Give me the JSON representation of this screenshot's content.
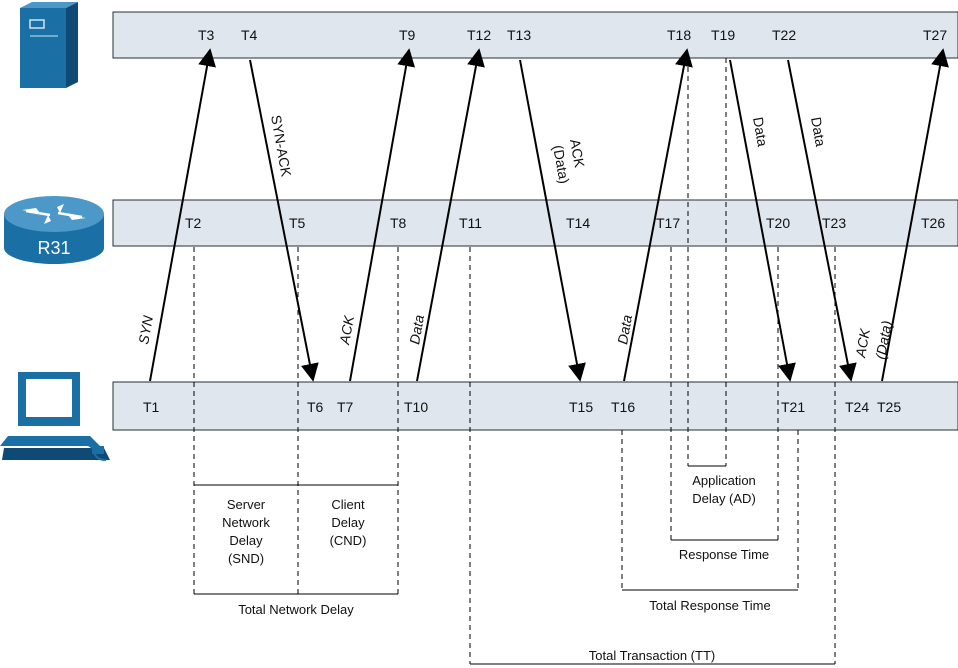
{
  "devices": {
    "router_label": "R31"
  },
  "timepoints": {
    "server": [
      "T3",
      "T4",
      "T9",
      "T12",
      "T13",
      "T18",
      "T19",
      "T22",
      "T27"
    ],
    "router": [
      "T2",
      "T5",
      "T8",
      "T11",
      "T14",
      "T17",
      "T20",
      "T23",
      "T26"
    ],
    "client": [
      "T1",
      "T6",
      "T7",
      "T10",
      "T15",
      "T16",
      "T21",
      "T24",
      "T25"
    ]
  },
  "arrows": {
    "syn": "SYN",
    "syn_ack": "SYN-ACK",
    "ack": "ACK",
    "data_up_1": "Data",
    "ack_data_down_1": "ACK",
    "ack_data_down_2": "(Data)",
    "data_up_2": "Data",
    "data_down_1": "Data",
    "data_down_2": "Data",
    "ack_data_up_1": "ACK",
    "ack_data_up_2": "(Data)"
  },
  "brackets": {
    "snd_1": "Server",
    "snd_2": "Network",
    "snd_3": "Delay",
    "snd_4": "(SND)",
    "cnd_1": "Client",
    "cnd_2": "Delay",
    "cnd_3": "(CND)",
    "total_network_delay": "Total Network Delay",
    "ad_1": "Application",
    "ad_2": "Delay (AD)",
    "response_time": "Response Time",
    "total_response_time": "Total Response Time",
    "total_transaction": "Total Transaction (TT)"
  },
  "colors": {
    "band_fill": "#dfe6ee",
    "band_stroke": "#2a2f35",
    "device_blue": "#1a6fa5",
    "device_dark": "#0e4a75"
  }
}
